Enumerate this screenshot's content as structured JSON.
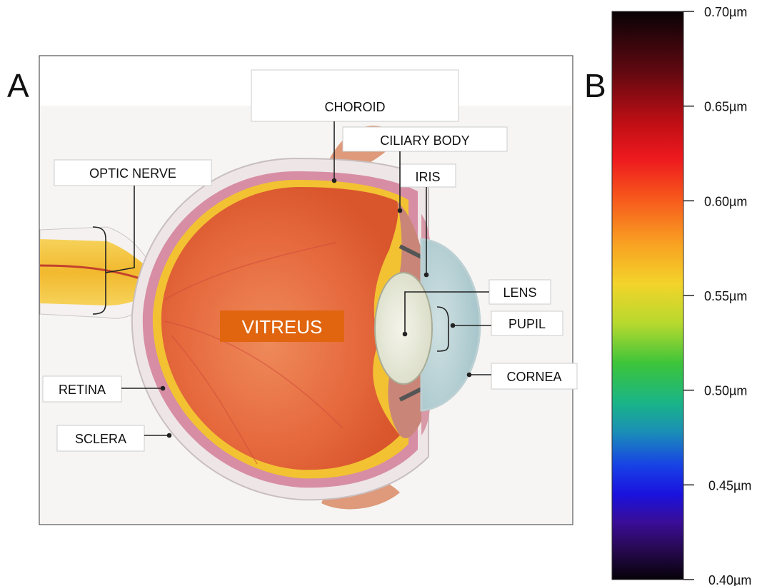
{
  "panels": {
    "a": "A",
    "b": "B"
  },
  "eye_labels": {
    "choroid": "CHOROID",
    "ciliary_body": "CILIARY BODY",
    "iris": "IRIS",
    "optic_nerve": "OPTIC NERVE",
    "lens": "LENS",
    "pupil": "PUPIL",
    "cornea": "CORNEA",
    "retina": "RETINA",
    "sclera": "SCLERA",
    "vitreus": "VITREUS"
  },
  "colors": {
    "vitreus_box": "#e0650e",
    "vitreous_body": "#e8734a",
    "retina_yellow": "#f2c232",
    "sclera": "#efe7e8",
    "choroid_pink": "#d78ea4"
  },
  "colorbar": {
    "ticks": [
      "0.70µm",
      "0.65µm",
      "0.60µm",
      "0.55µm",
      "0.50µm",
      "0.45µm",
      "0.40µm"
    ],
    "range_um": [
      0.4,
      0.7
    ],
    "gradient_top_to_bottom": [
      "#080306",
      "#5c0810",
      "#c20f15",
      "#ee1a1e",
      "#f7591c",
      "#f8a222",
      "#f3d42a",
      "#b6d92e",
      "#3cc43a",
      "#19b488",
      "#1a8fb6",
      "#1840e6",
      "#1a12de",
      "#3a0d96",
      "#25094c",
      "#060208"
    ]
  }
}
